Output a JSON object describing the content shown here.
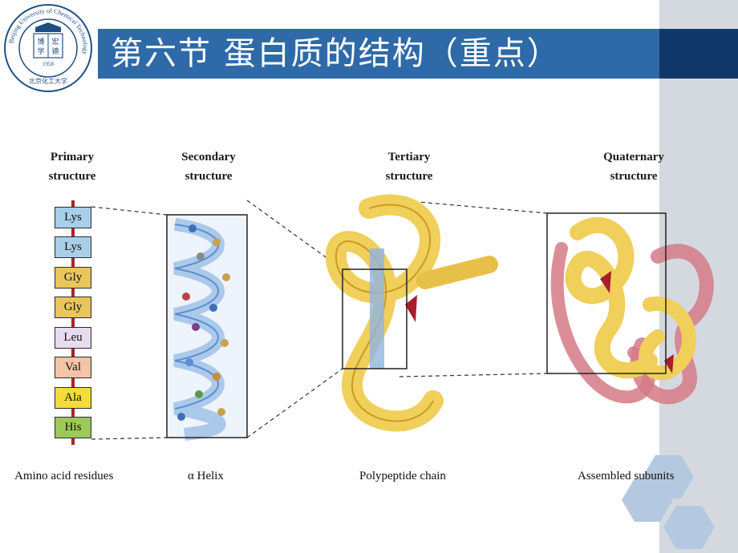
{
  "slide": {
    "title": "第六节  蛋白质的结构（重点）",
    "colors": {
      "title_bar": "#2f6aa8",
      "title_dark": "#11386b",
      "side_band": "#d4d9e0",
      "hexagon": "#b4c9e0"
    }
  },
  "logo": {
    "ring_text": "Beijing University of Chemical Technology",
    "chars": [
      "博",
      "宏",
      "学",
      "德"
    ],
    "year": "1958",
    "bottom_text": "北京化工大学"
  },
  "diagram": {
    "headers": [
      {
        "line1": "Primary",
        "line2": "structure"
      },
      {
        "line1": "Secondary",
        "line2": "structure"
      },
      {
        "line1": "Tertiary",
        "line2": "structure"
      },
      {
        "line1": "Quaternary",
        "line2": "structure"
      }
    ],
    "residues": [
      {
        "name": "Lys",
        "color": "#a9cfe8"
      },
      {
        "name": "Lys",
        "color": "#a9cfe8"
      },
      {
        "name": "Gly",
        "color": "#e8c65a"
      },
      {
        "name": "Gly",
        "color": "#e8c65a"
      },
      {
        "name": "Leu",
        "color": "#e7dcee"
      },
      {
        "name": "Val",
        "color": "#f2c4a8"
      },
      {
        "name": "Ala",
        "color": "#f2dd3a"
      },
      {
        "name": "His",
        "color": "#9cc95a"
      }
    ],
    "captions": {
      "primary": "Amino acid residues",
      "secondary": "α Helix",
      "tertiary": "Polypeptide chain",
      "quaternary": "Assembled subunits"
    }
  }
}
